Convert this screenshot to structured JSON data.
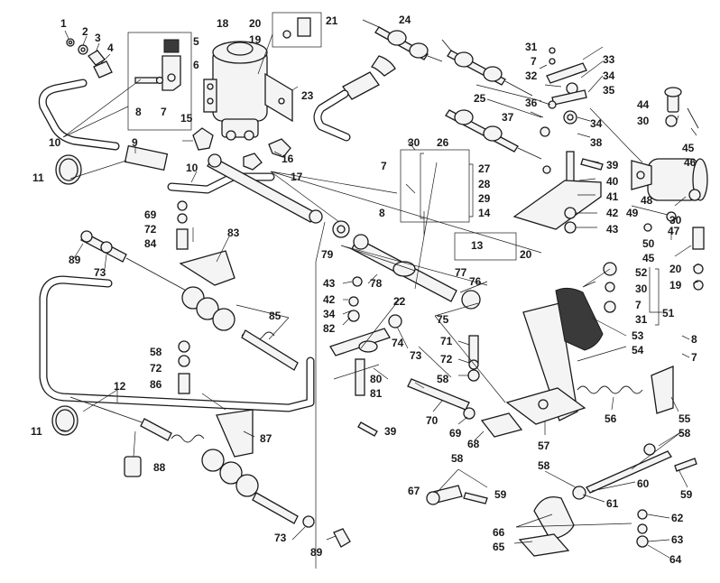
{
  "callouts": [
    "1",
    "2",
    "3",
    "4",
    "5",
    "6",
    "7",
    "8",
    "9",
    "10",
    "11",
    "12",
    "13",
    "14",
    "15",
    "16",
    "17",
    "18",
    "19",
    "20",
    "21",
    "22",
    "23",
    "24",
    "25",
    "26",
    "27",
    "28",
    "29",
    "30",
    "31",
    "32",
    "33",
    "34",
    "35",
    "36",
    "37",
    "38",
    "39",
    "40",
    "41",
    "42",
    "43",
    "44",
    "45",
    "46",
    "47",
    "48",
    "49",
    "50",
    "51",
    "52",
    "53",
    "54",
    "55",
    "56",
    "57",
    "58",
    "59",
    "60",
    "61",
    "62",
    "63",
    "64",
    "65",
    "66",
    "67",
    "68",
    "69",
    "70",
    "71",
    "72",
    "73",
    "74",
    "75",
    "76",
    "77",
    "78",
    "79",
    "80",
    "81",
    "82",
    "83",
    "84",
    "85",
    "86",
    "87",
    "88",
    "89"
  ],
  "colors": {
    "ink": "#1a1a1a",
    "paper": "#ffffff",
    "pedal_pad": "#3a3a3a"
  }
}
